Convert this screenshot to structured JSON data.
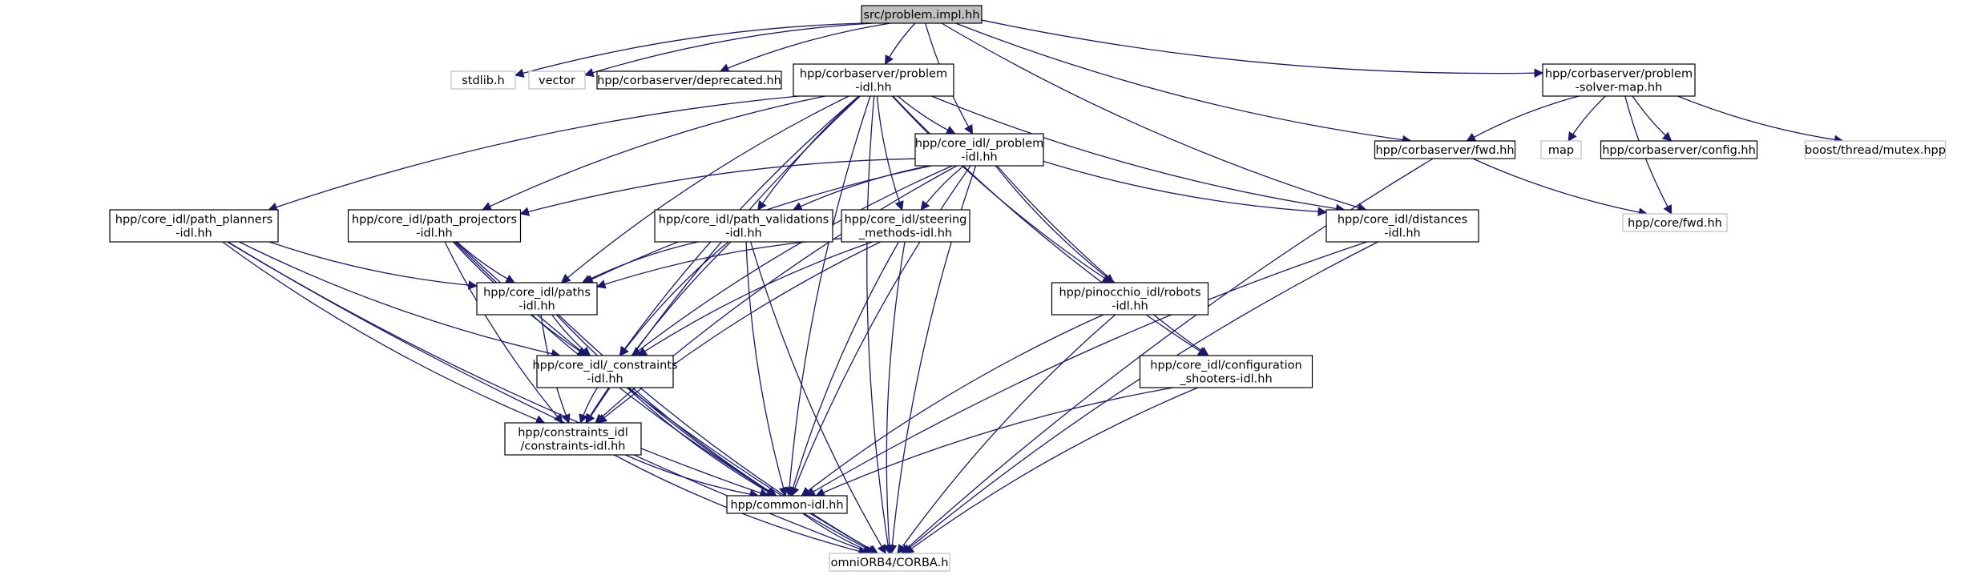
{
  "colors": {
    "root_fill": "#bfbfbf",
    "node_fill": "#ffffff",
    "node_border": "#000000",
    "external_border": "#bfbfbf",
    "edge_normal": "#191970",
    "edge_dashed": "#63b8ff"
  },
  "nodes": [
    {
      "id": "root",
      "lines": [
        "src/problem.impl.hh"
      ],
      "style": "root"
    },
    {
      "id": "stdlib",
      "lines": [
        "stdlib.h"
      ],
      "style": "external"
    },
    {
      "id": "vector",
      "lines": [
        "vector"
      ],
      "style": "external"
    },
    {
      "id": "deprecated",
      "lines": [
        "hpp/corbaserver/deprecated.hh"
      ],
      "style": "normal"
    },
    {
      "id": "problem_idl",
      "lines": [
        "hpp/corbaserver/problem",
        "-idl.hh"
      ],
      "style": "normal"
    },
    {
      "id": "psmap",
      "lines": [
        "hpp/corbaserver/problem",
        "-solver-map.hh"
      ],
      "style": "normal"
    },
    {
      "id": "core_problem",
      "lines": [
        "hpp/core_idl/_problem",
        "-idl.hh"
      ],
      "style": "normal"
    },
    {
      "id": "fwd",
      "lines": [
        "hpp/corbaserver/fwd.hh"
      ],
      "style": "normal"
    },
    {
      "id": "map",
      "lines": [
        "map"
      ],
      "style": "external"
    },
    {
      "id": "config",
      "lines": [
        "hpp/corbaserver/config.hh"
      ],
      "style": "normal"
    },
    {
      "id": "mutex",
      "lines": [
        "boost/thread/mutex.hpp"
      ],
      "style": "external"
    },
    {
      "id": "corefwd",
      "lines": [
        "hpp/core/fwd.hh"
      ],
      "style": "external"
    },
    {
      "id": "planners",
      "lines": [
        "hpp/core_idl/path_planners",
        "-idl.hh"
      ],
      "style": "normal"
    },
    {
      "id": "projectors",
      "lines": [
        "hpp/core_idl/path_projectors",
        "-idl.hh"
      ],
      "style": "normal"
    },
    {
      "id": "validations",
      "lines": [
        "hpp/core_idl/path_validations",
        "-idl.hh"
      ],
      "style": "normal"
    },
    {
      "id": "steering",
      "lines": [
        "hpp/core_idl/steering",
        "_methods-idl.hh"
      ],
      "style": "normal"
    },
    {
      "id": "distances",
      "lines": [
        "hpp/core_idl/distances",
        "-idl.hh"
      ],
      "style": "normal"
    },
    {
      "id": "paths",
      "lines": [
        "hpp/core_idl/paths",
        "-idl.hh"
      ],
      "style": "normal"
    },
    {
      "id": "robots",
      "lines": [
        "hpp/pinocchio_idl/robots",
        "-idl.hh"
      ],
      "style": "normal"
    },
    {
      "id": "core_constraints",
      "lines": [
        "hpp/core_idl/_constraints",
        "-idl.hh"
      ],
      "style": "normal"
    },
    {
      "id": "shooters",
      "lines": [
        "hpp/core_idl/configuration",
        "_shooters-idl.hh"
      ],
      "style": "normal"
    },
    {
      "id": "constraints",
      "lines": [
        "hpp/constraints_idl",
        "/constraints-idl.hh"
      ],
      "style": "normal"
    },
    {
      "id": "common",
      "lines": [
        "hpp/common-idl.hh"
      ],
      "style": "normal"
    },
    {
      "id": "corba",
      "lines": [
        "omniORB4/CORBA.h"
      ],
      "style": "external"
    }
  ],
  "edges": [
    [
      "root",
      "stdlib"
    ],
    [
      "root",
      "vector"
    ],
    [
      "root",
      "deprecated"
    ],
    [
      "root",
      "problem_idl"
    ],
    [
      "root",
      "psmap"
    ],
    [
      "root",
      "core_problem"
    ],
    [
      "root",
      "fwd"
    ],
    [
      "root",
      "distances"
    ],
    [
      "problem_idl",
      "core_problem"
    ],
    [
      "problem_idl",
      "distances"
    ],
    [
      "problem_idl",
      "planners"
    ],
    [
      "problem_idl",
      "projectors"
    ],
    [
      "problem_idl",
      "validations"
    ],
    [
      "problem_idl",
      "steering"
    ],
    [
      "problem_idl",
      "paths"
    ],
    [
      "problem_idl",
      "robots"
    ],
    [
      "problem_idl",
      "core_constraints"
    ],
    [
      "problem_idl",
      "shooters"
    ],
    [
      "problem_idl",
      "constraints"
    ],
    [
      "problem_idl",
      "common"
    ],
    [
      "problem_idl",
      "corba"
    ],
    [
      "psmap",
      "fwd"
    ],
    [
      "psmap",
      "map"
    ],
    [
      "psmap",
      "config"
    ],
    [
      "psmap",
      "mutex"
    ],
    [
      "psmap",
      "corefwd"
    ],
    [
      "fwd",
      "corefwd"
    ],
    [
      "fwd",
      "corba"
    ],
    [
      "core_problem",
      "projectors"
    ],
    [
      "core_problem",
      "validations"
    ],
    [
      "core_problem",
      "steering"
    ],
    [
      "core_problem",
      "distances"
    ],
    [
      "core_problem",
      "paths"
    ],
    [
      "core_problem",
      "robots"
    ],
    [
      "core_problem",
      "core_constraints"
    ],
    [
      "core_problem",
      "shooters"
    ],
    [
      "core_problem",
      "constraints"
    ],
    [
      "core_problem",
      "common"
    ],
    [
      "core_problem",
      "corba"
    ],
    [
      "planners",
      "paths"
    ],
    [
      "planners",
      "core_constraints"
    ],
    [
      "planners",
      "constraints"
    ],
    [
      "planners",
      "common"
    ],
    [
      "planners",
      "corba"
    ],
    [
      "projectors",
      "paths"
    ],
    [
      "projectors",
      "core_constraints"
    ],
    [
      "projectors",
      "constraints"
    ],
    [
      "projectors",
      "common"
    ],
    [
      "projectors",
      "corba"
    ],
    [
      "validations",
      "paths"
    ],
    [
      "validations",
      "core_constraints"
    ],
    [
      "validations",
      "constraints"
    ],
    [
      "validations",
      "common"
    ],
    [
      "validations",
      "corba"
    ],
    [
      "steering",
      "paths"
    ],
    [
      "steering",
      "core_constraints"
    ],
    [
      "steering",
      "constraints"
    ],
    [
      "steering",
      "common"
    ],
    [
      "steering",
      "corba"
    ],
    [
      "distances",
      "common"
    ],
    [
      "distances",
      "corba"
    ],
    [
      "paths",
      "core_constraints"
    ],
    [
      "paths",
      "constraints"
    ],
    [
      "paths",
      "common"
    ],
    [
      "paths",
      "corba"
    ],
    [
      "robots",
      "common"
    ],
    [
      "robots",
      "corba"
    ],
    [
      "core_constraints",
      "constraints"
    ],
    [
      "core_constraints",
      "common"
    ],
    [
      "core_constraints",
      "corba"
    ],
    [
      "shooters",
      "common"
    ],
    [
      "shooters",
      "corba"
    ],
    [
      "constraints",
      "common"
    ],
    [
      "constraints",
      "corba"
    ],
    [
      "common",
      "corba"
    ]
  ]
}
